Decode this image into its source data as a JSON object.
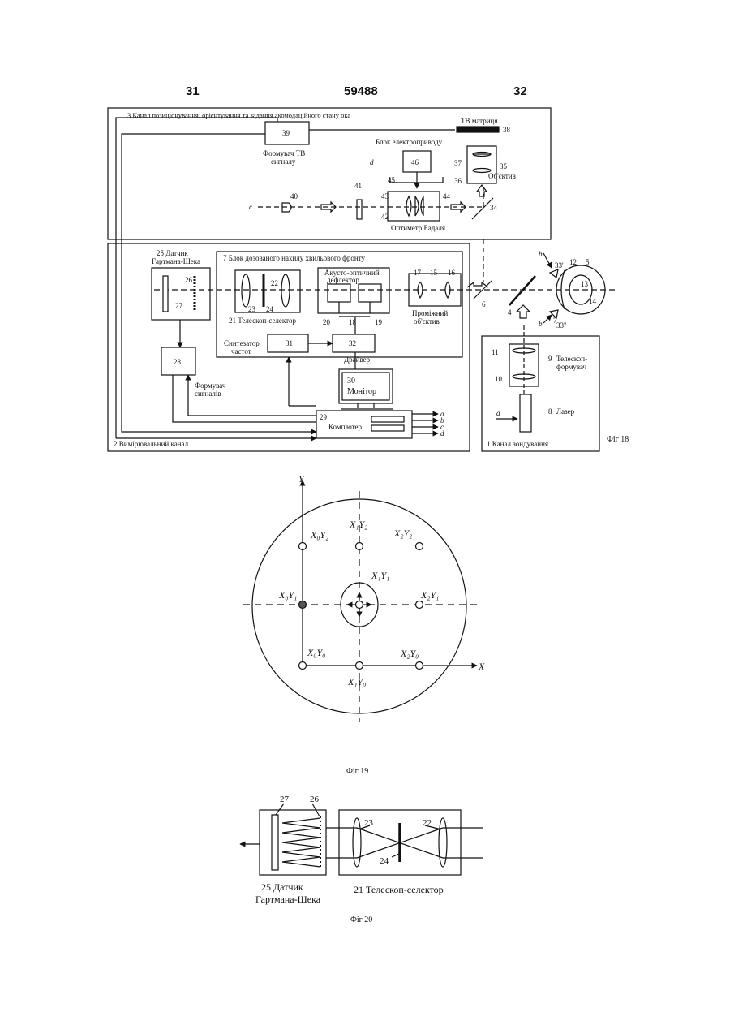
{
  "header": {
    "page_left": "31",
    "doc_number": "59488",
    "page_right": "32"
  },
  "fig18": {
    "block3_title": "3  Канал позиціонування, орієнтування та задання акомодаційного стану ока",
    "block2_title": "2  Вимірювальний канал",
    "block1_title": "1  Канал зондування",
    "block7_title": "7  Блок дозованого нахилу хвильового фронту",
    "tv_matrix": "ТВ матриця",
    "drive_block": "Блок електроприводу",
    "tv_former_1": "Формувач ТВ",
    "tv_former_2": "сигналу",
    "objective": "Об'єктив",
    "optimeter": "Оптиметр Бадаля",
    "hs_sensor_1": "25 Датчик",
    "hs_sensor_2": "Гартмана-Шека",
    "telescope_selector": "21 Телескоп-селектор",
    "ao_deflector_1": "Акусто-оптичний",
    "ao_deflector_2": "дефлектор",
    "intermediate_1": "Проміжний",
    "intermediate_2": "об'єктив",
    "synth_1": "Синтезатор",
    "synth_2": "частот",
    "driver": "Драйвер",
    "signal_former_1": "Формувач",
    "signal_former_2": "сигналів",
    "monitor_num": "30",
    "monitor": "Монітор",
    "computer": "Комп'ютер",
    "telescope_former_1": "Телескоп-",
    "telescope_former_2": "формувач",
    "laser": "Лазер",
    "caption": "Фіг 18",
    "inputs": {
      "a": "a",
      "b": "b",
      "c": "c",
      "d": "d"
    },
    "numbers": {
      "n4": "4",
      "n5": "5",
      "n6": "6",
      "n7": "7",
      "n8": "8",
      "n9": "9",
      "n10": "10",
      "n11": "11",
      "n12": "12",
      "n13": "13",
      "n14": "14",
      "n15": "15",
      "n16": "16",
      "n17": "17",
      "n18": "18",
      "n19": "19",
      "n20": "20",
      "n22": "22",
      "n23": "23",
      "n24": "24",
      "n26": "26",
      "n27": "27",
      "n28": "28",
      "n29": "29",
      "n31": "31",
      "n32": "32",
      "n33a": "33'",
      "n33b": "33\"",
      "n34": "34",
      "n35": "35",
      "n36": "36",
      "n37": "37",
      "n38": "38",
      "n39": "39",
      "n40": "40",
      "n41": "41",
      "n42": "42",
      "n43": "43",
      "n44": "44",
      "n45": "45",
      "n46": "46"
    }
  },
  "fig19": {
    "axis_x": "X",
    "axis_y": "Y",
    "points": {
      "x0y2": "X₀Y₂",
      "x1y2": "X₁Y₂",
      "x2y2": "X₂Y₂",
      "x0y1": "X₀Y₁",
      "x1y1": "X₁Y₁",
      "x2y1": "X₂Y₁",
      "x0y0": "X₀Y₀",
      "x1y0": "X₁Y₀",
      "x2y0": "X₂Y₀"
    },
    "caption": "Фіг 19"
  },
  "fig20": {
    "n27": "27",
    "n26": "26",
    "n23": "23",
    "n22": "22",
    "n24": "24",
    "sensor_1": "25 Датчик",
    "sensor_2": "Гартмана-Шека",
    "telescope": "21 Телескоп-селектор",
    "caption": "Фіг 20"
  }
}
